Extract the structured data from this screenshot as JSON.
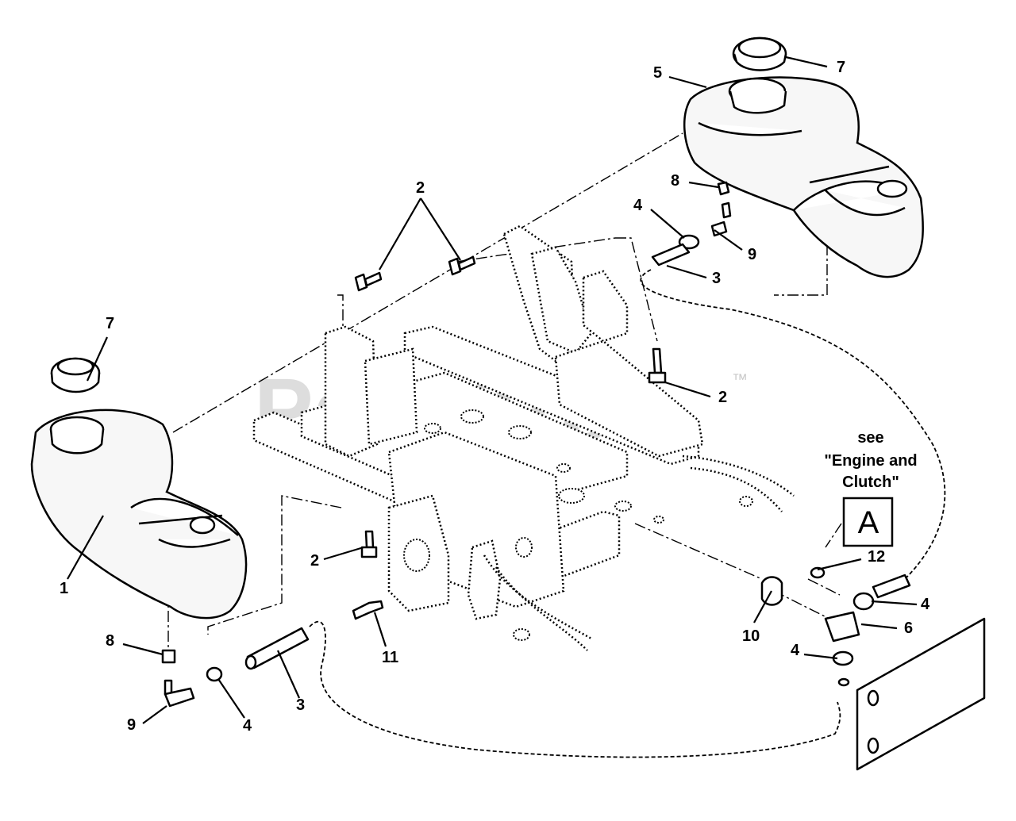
{
  "watermark": {
    "text": "PartsTree",
    "trademark": "™"
  },
  "callouts": {
    "c1": "1",
    "c2_top": "2",
    "c2_right": "2",
    "c2_left": "2",
    "c3_top": "3",
    "c3_bottom": "3",
    "c4_top": "4",
    "c4_right": "4",
    "c4_right_low": "4",
    "c4_bottom": "4",
    "c5": "5",
    "c6": "6",
    "c7_top": "7",
    "c7_left": "7",
    "c8_top": "8",
    "c8_left": "8",
    "c9_top": "9",
    "c9_left": "9",
    "c10": "10",
    "c11": "11",
    "c12": "12"
  },
  "reference_note": {
    "line1": "see",
    "line2": "\"Engine and",
    "line3": "Clutch\"",
    "box_label": "A"
  },
  "colors": {
    "line": "#000000",
    "watermark": "#d2d2d2",
    "background": "#ffffff"
  }
}
